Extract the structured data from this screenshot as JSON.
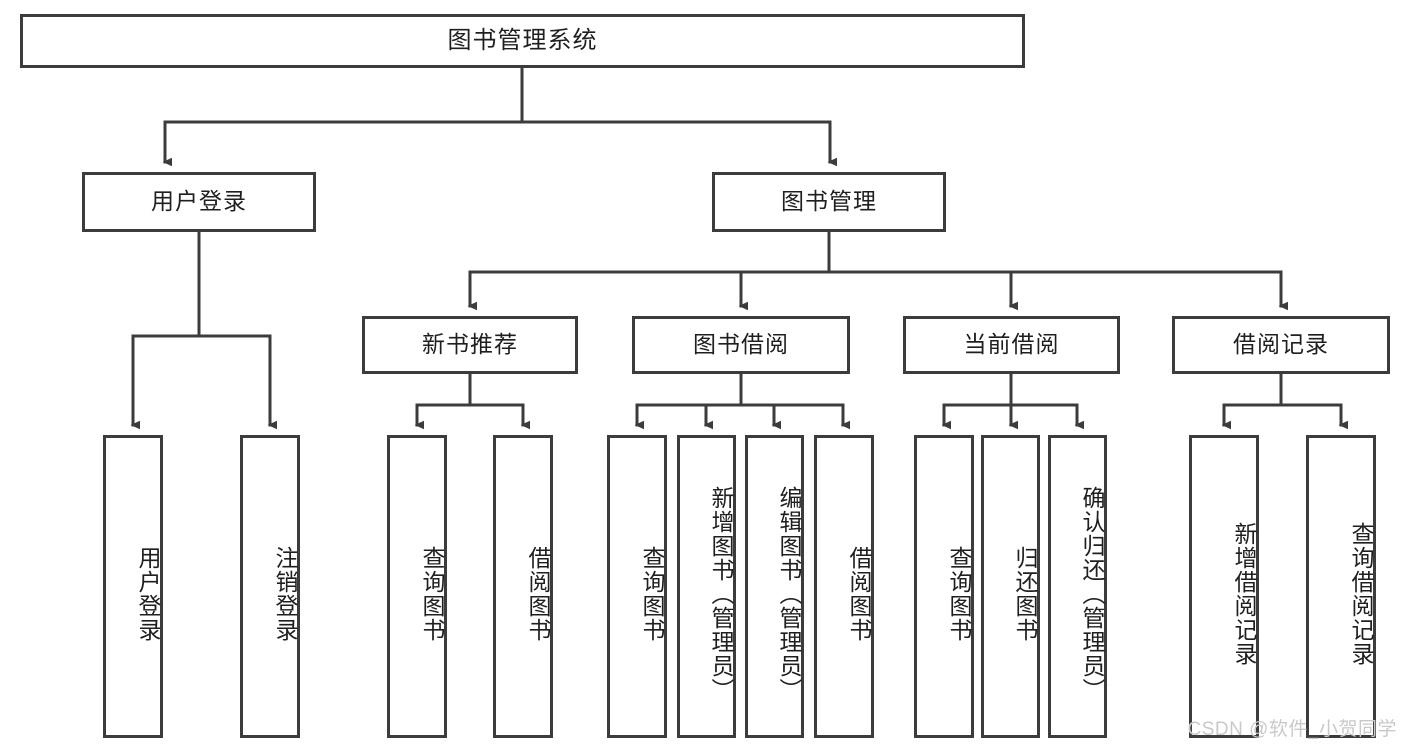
{
  "diagram": {
    "title_node": {
      "label": "图书管理系统"
    },
    "level2": [
      {
        "id": "user-login",
        "label": "用户登录"
      },
      {
        "id": "book-management",
        "label": "图书管理"
      }
    ],
    "level3": [
      {
        "id": "new-book-recommend",
        "label": "新书推荐"
      },
      {
        "id": "book-borrow",
        "label": "图书借阅"
      },
      {
        "id": "current-borrow",
        "label": "当前借阅"
      },
      {
        "id": "borrow-record",
        "label": "借阅记录"
      }
    ],
    "leaves": {
      "user_login": [
        {
          "id": "leaf-user-login",
          "label": "用户登录"
        },
        {
          "id": "leaf-logout-login",
          "label": "注销登录"
        }
      ],
      "new_book_recommend": [
        {
          "id": "leaf-query-book-1",
          "label": "查询图书"
        },
        {
          "id": "leaf-borrow-book-1",
          "label": "借阅图书"
        }
      ],
      "book_borrow": [
        {
          "id": "leaf-query-book-2",
          "label": "查询图书"
        },
        {
          "id": "leaf-add-book",
          "label": "新增图书（管理员）"
        },
        {
          "id": "leaf-edit-book",
          "label": "编辑图书（管理员）"
        },
        {
          "id": "leaf-borrow-book-2",
          "label": "借阅图书"
        }
      ],
      "current_borrow": [
        {
          "id": "leaf-query-book-3",
          "label": "查询图书"
        },
        {
          "id": "leaf-return-book",
          "label": "归还图书"
        },
        {
          "id": "leaf-confirm-return",
          "label": "确认归还（管理员）"
        }
      ],
      "borrow_record": [
        {
          "id": "leaf-add-record",
          "label": "新增借阅记录"
        },
        {
          "id": "leaf-query-record",
          "label": "查询借阅记录"
        }
      ]
    },
    "watermark": "CSDN @软件_小贺同学",
    "colors": {
      "border": "#3c3c3c",
      "background": "#ffffff",
      "text": "#1f1f1f",
      "watermark": "#c9c9c9"
    }
  }
}
